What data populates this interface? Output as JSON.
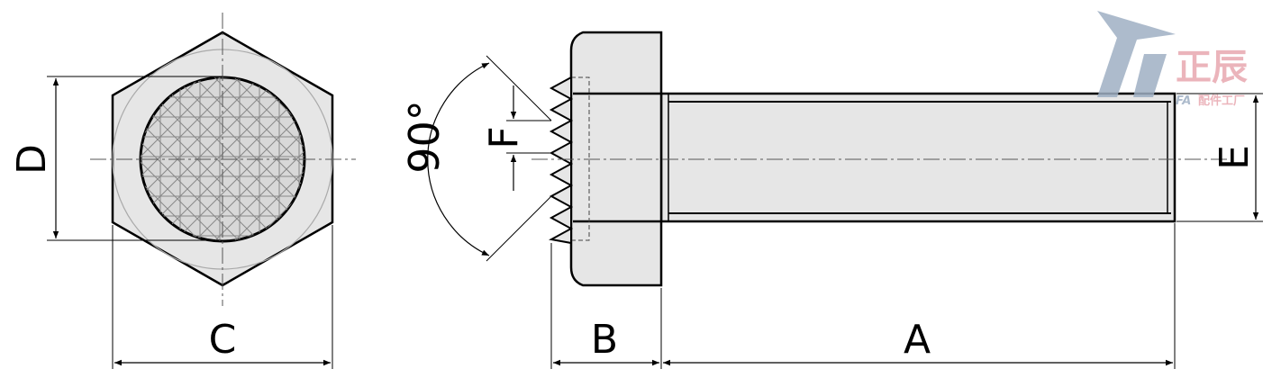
{
  "labels": {
    "A": "A",
    "B": "B",
    "C": "C",
    "D": "D",
    "E": "E",
    "F": "F",
    "angle": "90°"
  },
  "logo": {
    "brand": "正辰",
    "fa": "FA",
    "tagline": "配件工厂"
  },
  "colors": {
    "body_fill": "#e6e6e6",
    "outline": "#000000",
    "logo_blue": "#9fb0c4",
    "logo_pink": "#e8a8b0"
  }
}
